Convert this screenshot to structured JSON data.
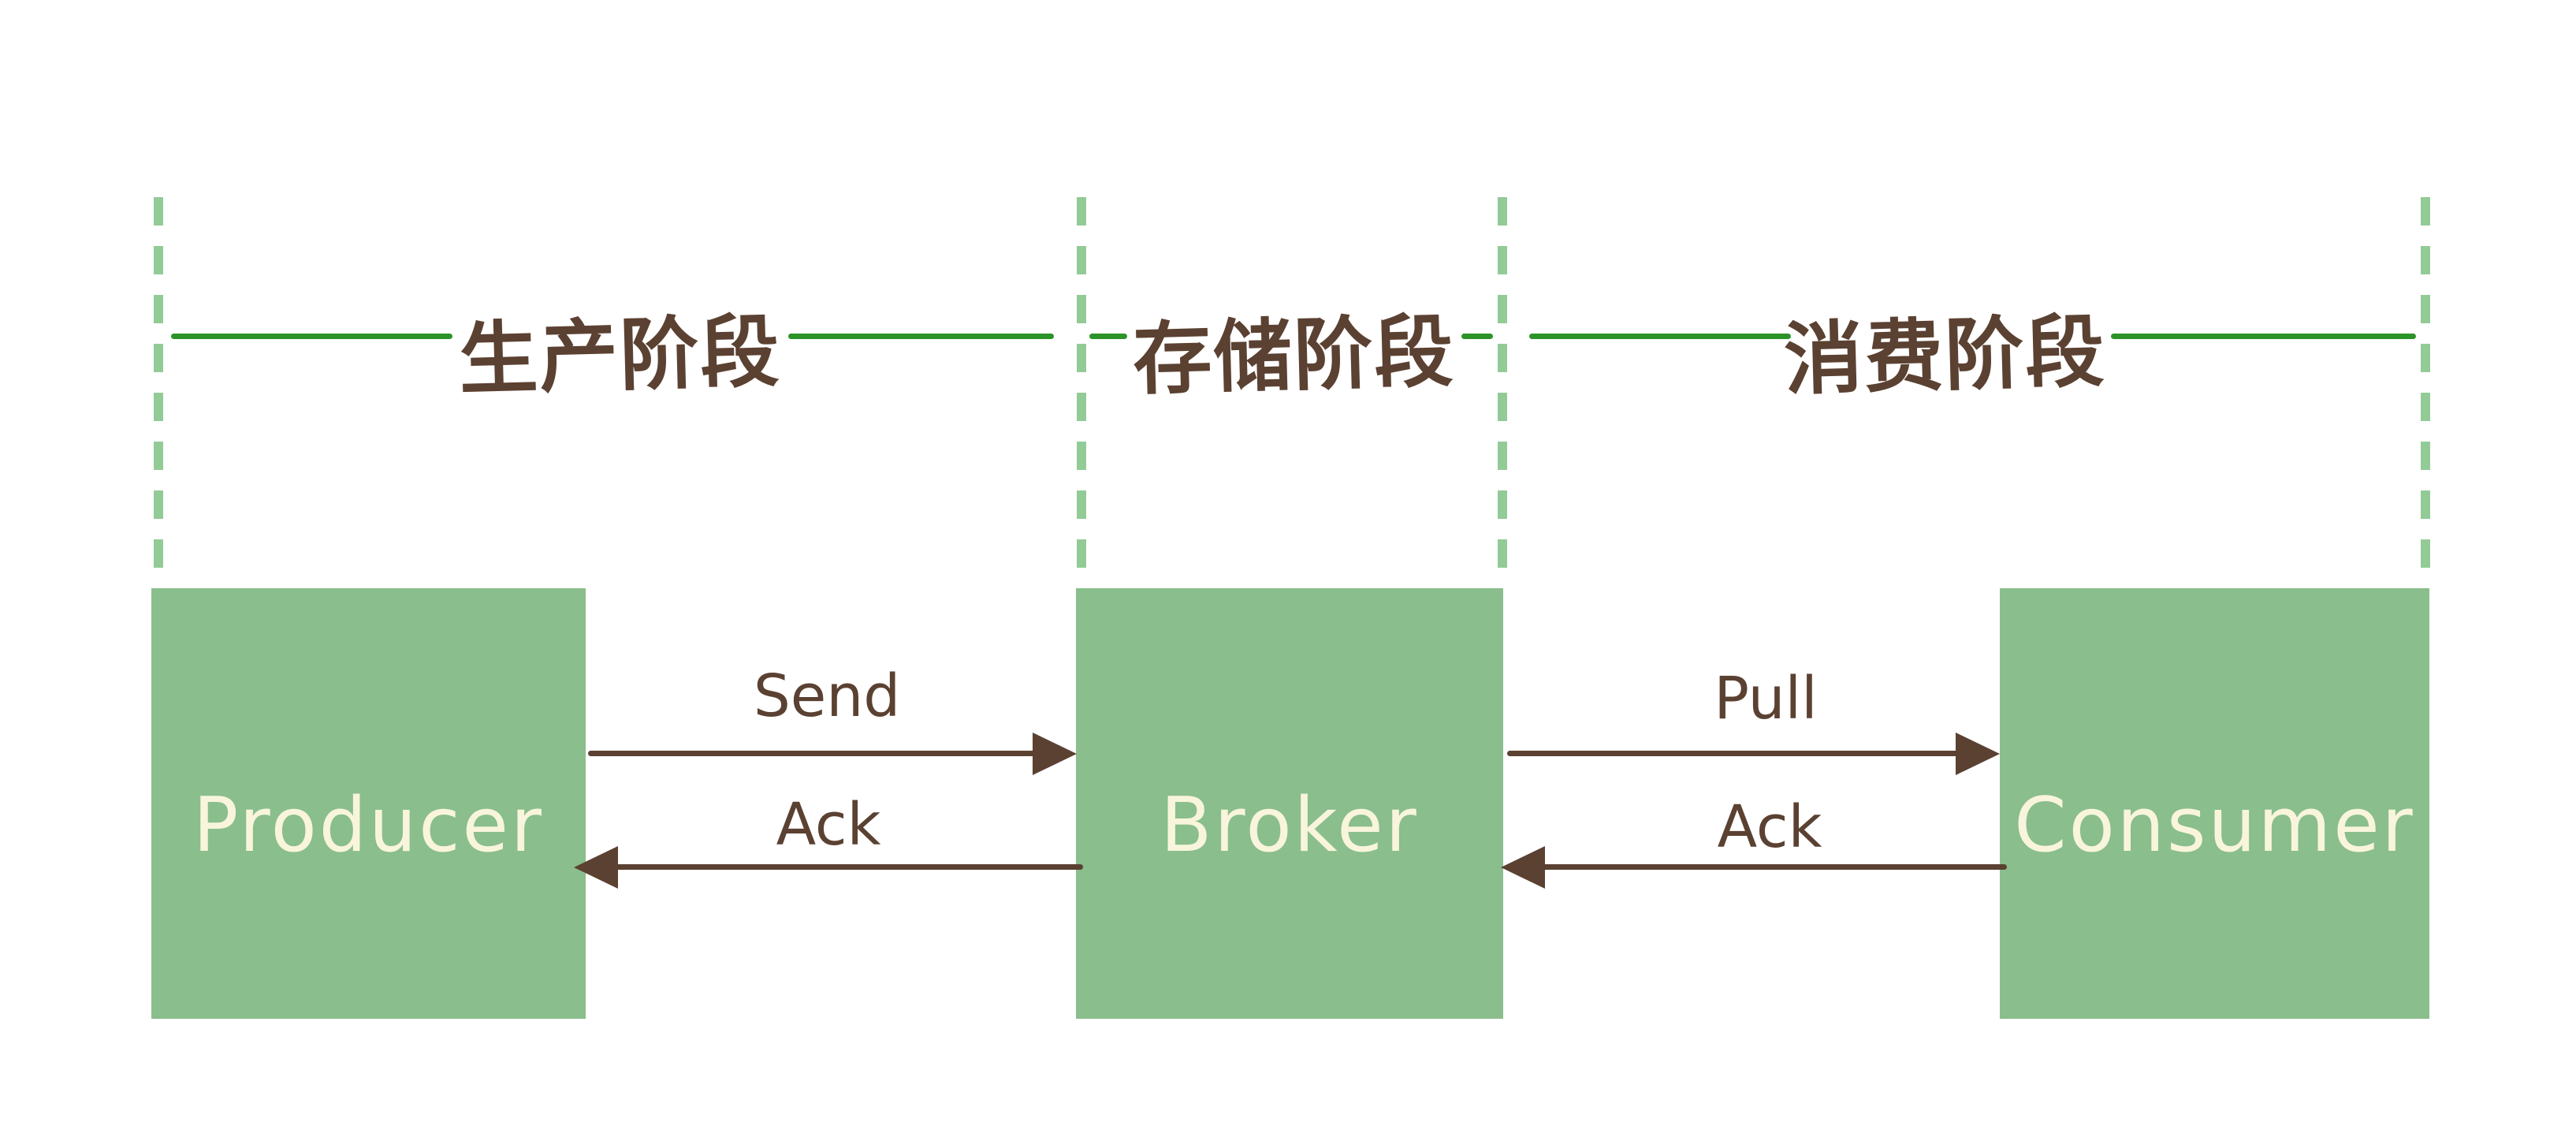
{
  "diagram": {
    "phases": [
      {
        "label": "生产阶段"
      },
      {
        "label": "存储阶段"
      },
      {
        "label": "消费阶段"
      }
    ],
    "nodes": [
      {
        "label": "Producer"
      },
      {
        "label": "Broker"
      },
      {
        "label": "Consumer"
      }
    ],
    "arrows": [
      {
        "label": "Send",
        "direction": "right"
      },
      {
        "label": "Ack",
        "direction": "left"
      },
      {
        "label": "Pull",
        "direction": "right"
      },
      {
        "label": "Ack",
        "direction": "left"
      }
    ],
    "palette": {
      "node_fill": "#8abe8c",
      "node_text": "#f8f5dc",
      "phase_line_green": "#2b9327",
      "boundary_dash_green": "#93cb96",
      "ink_brown": "#5b4132",
      "background": "#ffffff"
    }
  }
}
